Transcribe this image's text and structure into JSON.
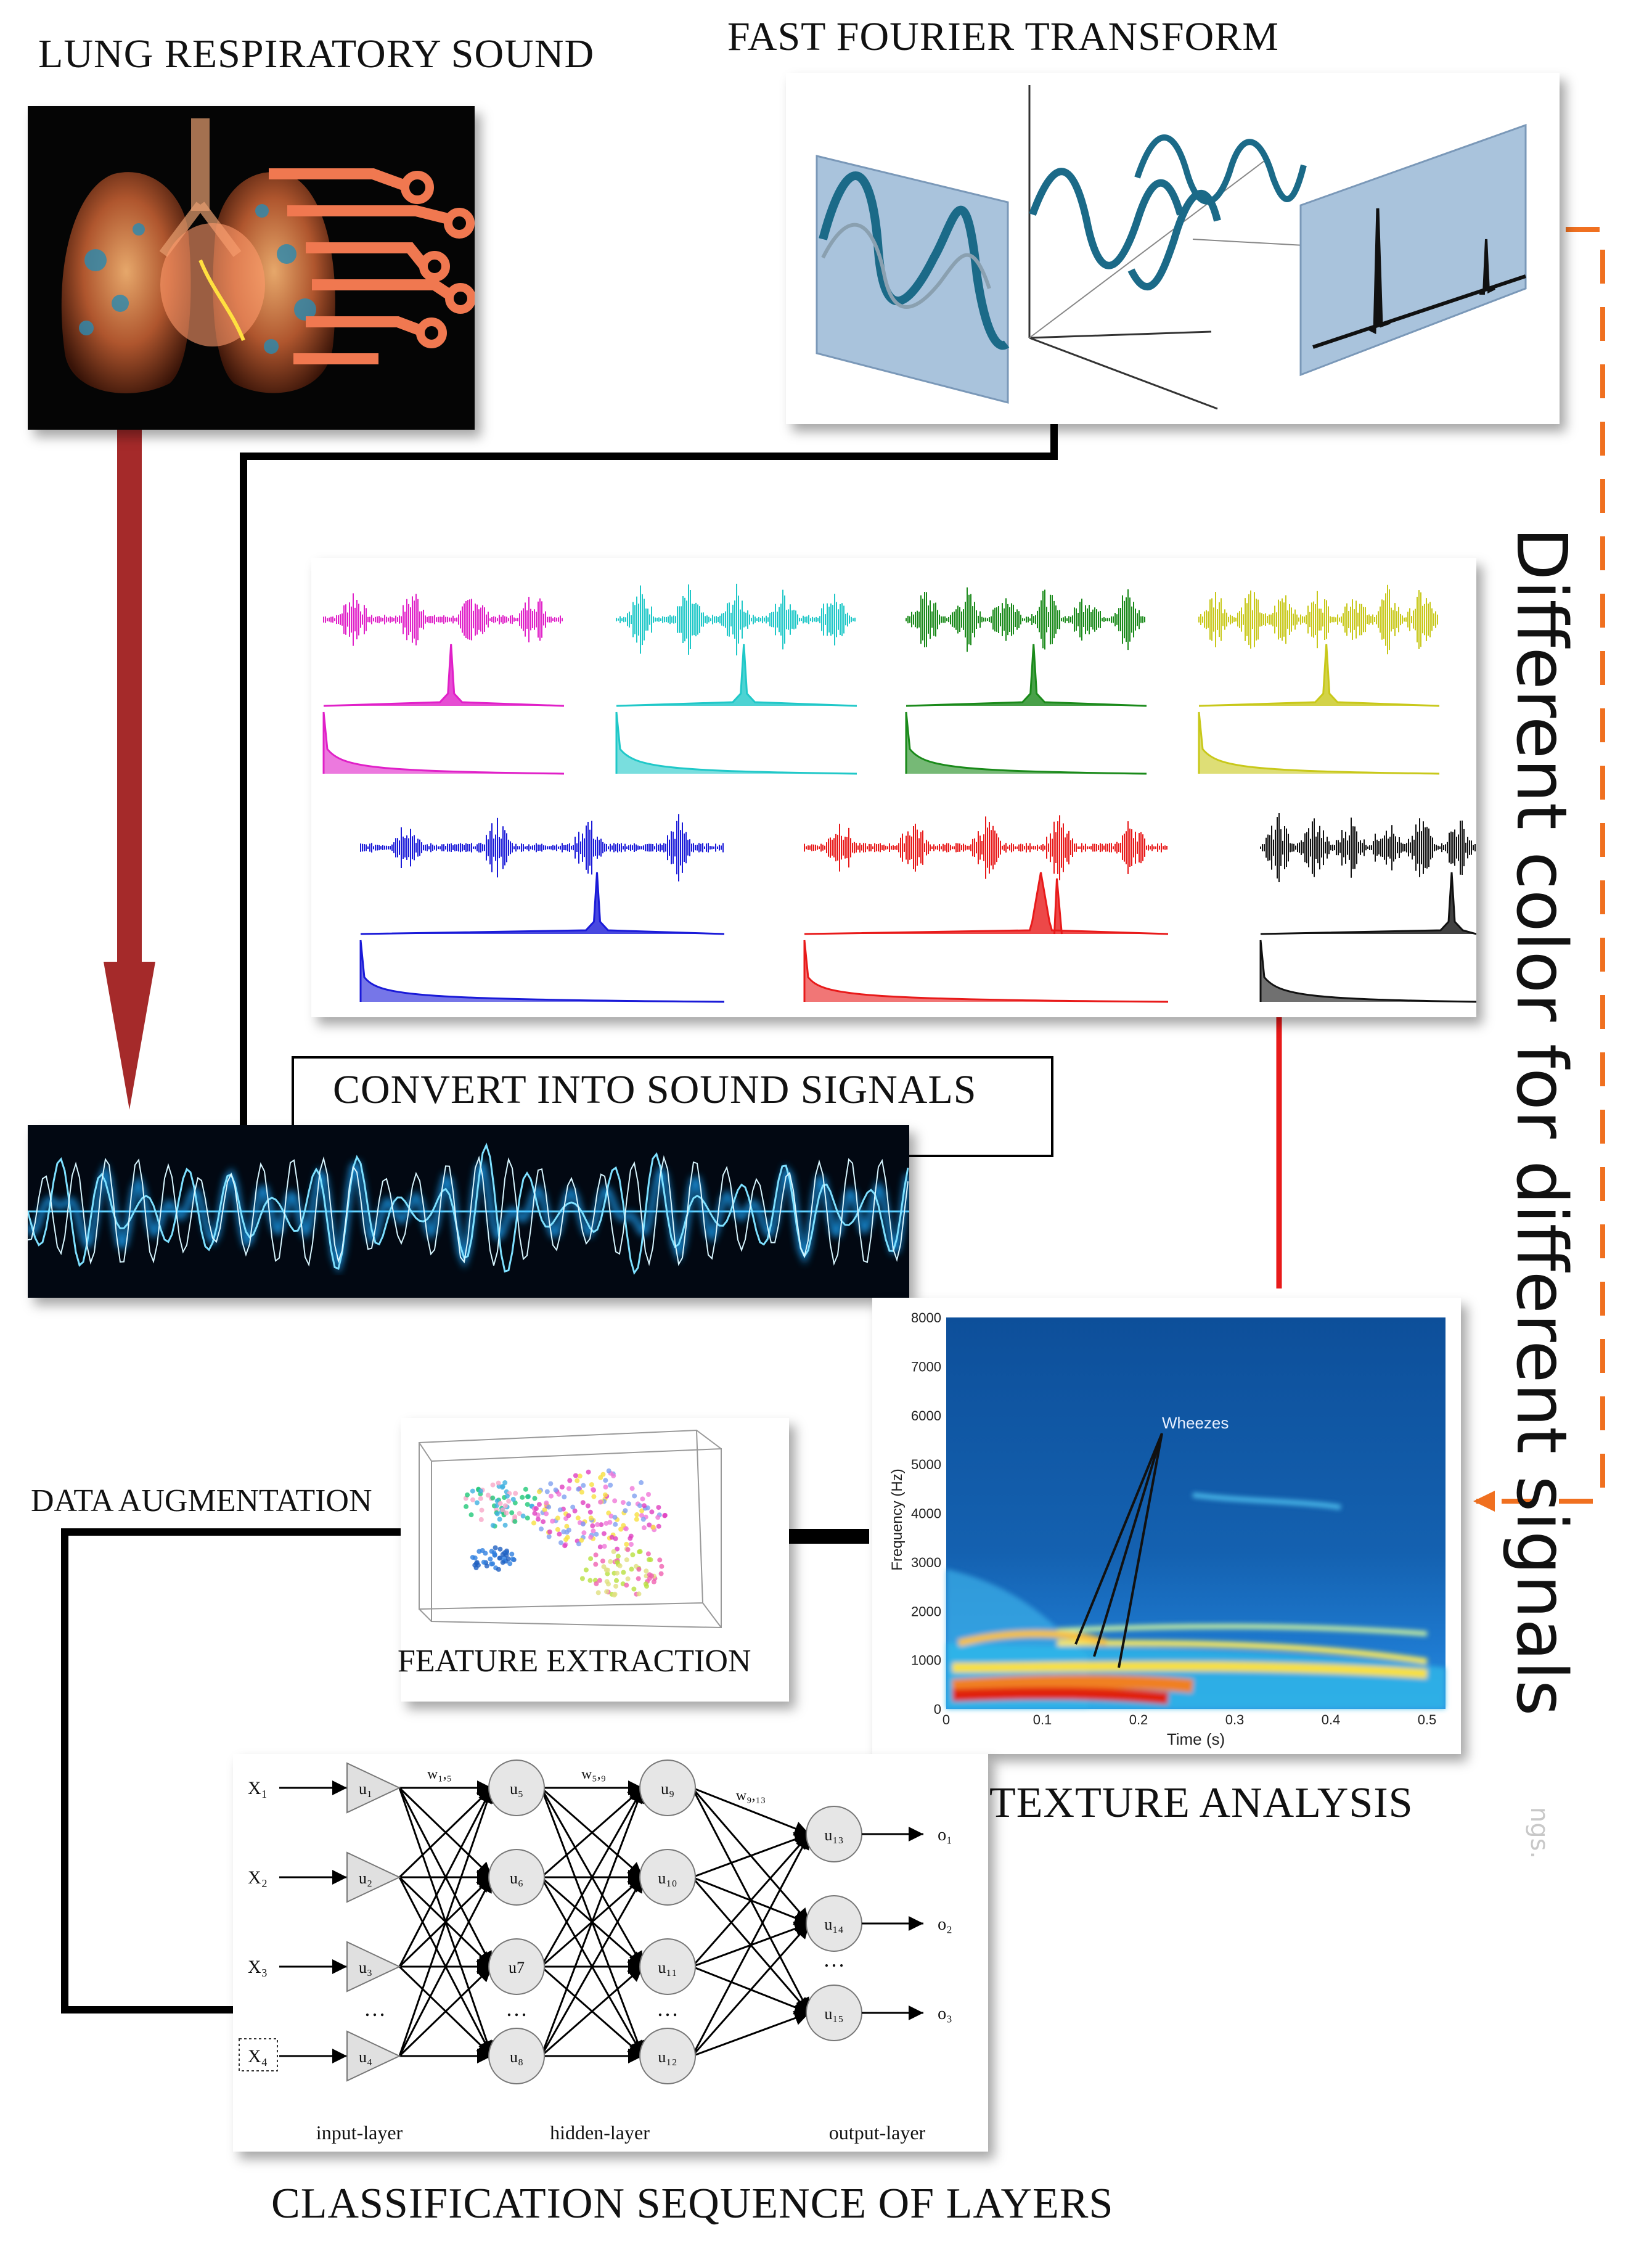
{
  "titles": {
    "lung": "LUNG RESPIRATORY SOUND",
    "fft": "FAST FOURIER TRANSFORM",
    "convert": "CONVERT INTO SOUND SIGNALS",
    "data_aug": "DATA AUGMENTATION",
    "feature": "FEATURE EXTRACTION",
    "texture": "TEXTURE ANALYSIS",
    "classification": "CLASSIFICATION  SEQUENCE  OF LAYERS",
    "side_note": "Different color for different signals"
  },
  "spectrogram": {
    "annotation": "Wheezes",
    "xlabel": "Time (s)",
    "ylabel": "Frequency (Hz)",
    "xticks": [
      "0",
      "0.1",
      "0.2",
      "0.3",
      "0.4",
      "0.5"
    ],
    "yticks": [
      "0",
      "1000",
      "2000",
      "3000",
      "4000",
      "5000",
      "6000",
      "7000",
      "8000"
    ]
  },
  "signal_colors": [
    "#e020c8",
    "#20c8c8",
    "#1a8a1a",
    "#c8c81a",
    "#1a1ad8",
    "#e81a1a",
    "#111111"
  ],
  "neural_net": {
    "inputs": [
      "X₁",
      "X₂",
      "X₃",
      "X₄"
    ],
    "input_units": [
      "u₁",
      "u₂",
      "u₃",
      "u₄"
    ],
    "hidden1": [
      "u₅",
      "u₆",
      "u7",
      "u₈"
    ],
    "hidden2": [
      "u₉",
      "u₁₀",
      "u₁₁",
      "u₁₂"
    ],
    "outputs_units": [
      "u₁₃",
      "u₁₄",
      "u₁₅"
    ],
    "outputs": [
      "o₁",
      "o₂",
      "o₃"
    ],
    "weights": [
      "w₁,₅",
      "w₅,₉",
      "w₉,₁₃"
    ],
    "layer_labels": [
      "input-layer",
      "hidden-layer",
      "output-layer"
    ],
    "ellipsis": "…"
  },
  "watermark": "ngs."
}
